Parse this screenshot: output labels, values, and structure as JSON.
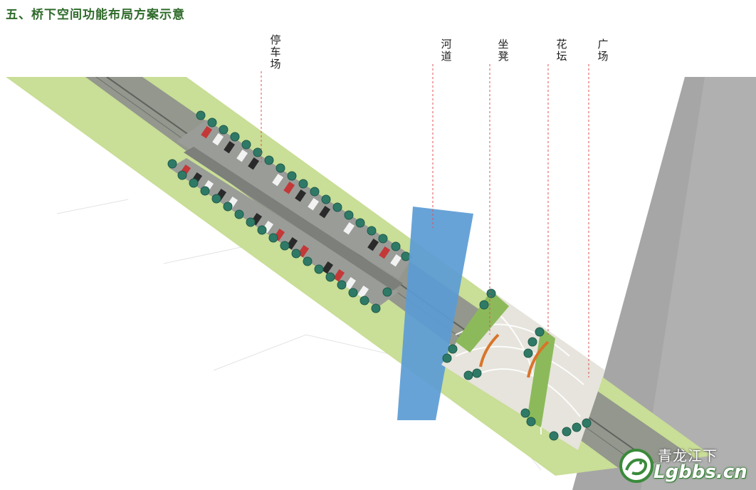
{
  "title": "五、桥下空间功能布局方案示意",
  "labels": {
    "parking": "停车场",
    "river": "河道",
    "bench": "坐凳",
    "flowerbed": "花坛",
    "plaza": "广场"
  },
  "watermark": {
    "top_text": "青龙江下",
    "bottom_text": "Lgbbs.cn"
  },
  "colors": {
    "title": "#2e6a2a",
    "grass": "#c9de96",
    "road": "#8d8f8c",
    "river": "#5b9bd5",
    "tree": "#2f7a66",
    "paving": "#e6e4dc",
    "building": "#a6a6a6",
    "leader_line": "#e05050"
  }
}
